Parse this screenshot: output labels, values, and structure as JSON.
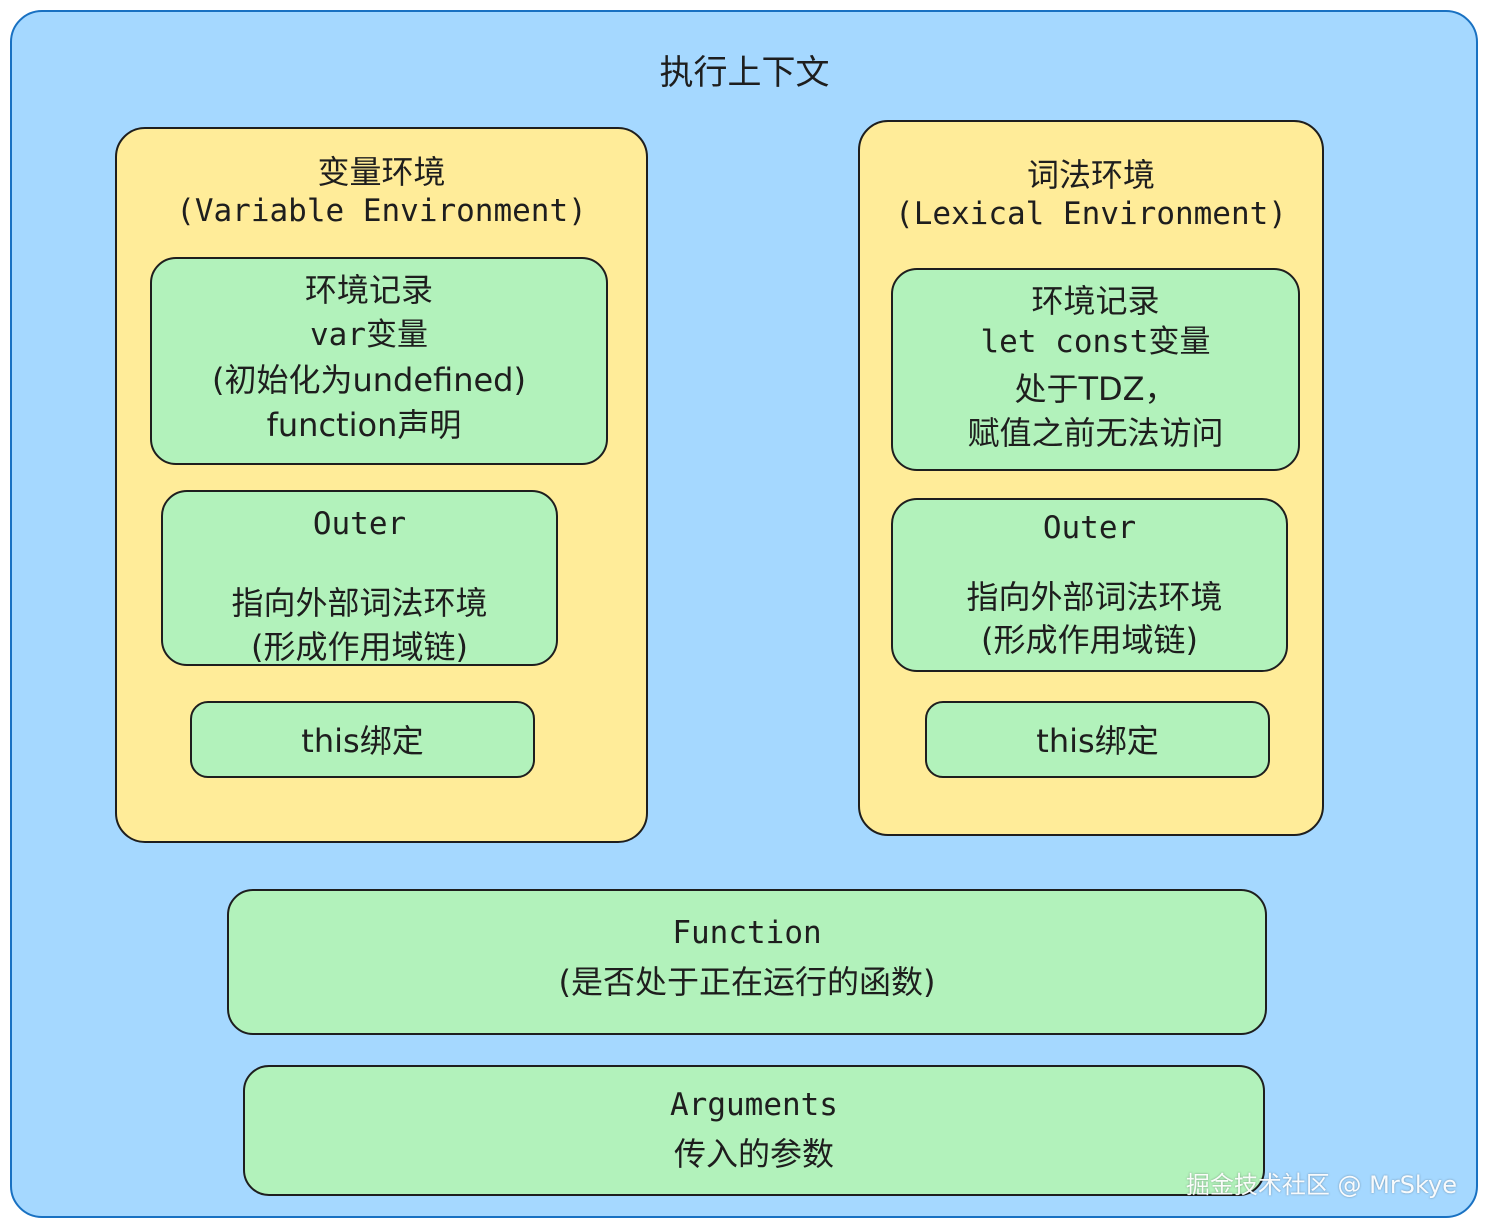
{
  "title": "执行上下文",
  "variable_environment": {
    "title": "变量环境",
    "subtitle": "(Variable Environment)",
    "record": [
      "环境记录",
      "var变量",
      "(初始化为undefined)",
      "function声明"
    ],
    "outer": {
      "title": "Outer",
      "line1": "指向外部词法环境",
      "line2": "(形成作用域链)"
    },
    "this_binding": "this绑定"
  },
  "lexical_environment": {
    "title": "词法环境",
    "subtitle": "(Lexical Environment)",
    "record": [
      "环境记录",
      "let const变量",
      "处于TDZ，",
      "赋值之前无法访问"
    ],
    "outer": {
      "title": "Outer",
      "line1": "指向外部词法环境",
      "line2": "(形成作用域链)"
    },
    "this_binding": "this绑定"
  },
  "function_box": {
    "title": "Function",
    "subtitle": "(是否处于正在运行的函数)"
  },
  "arguments_box": {
    "title": "Arguments",
    "subtitle": "传入的参数"
  },
  "watermark": "掘金技术社区 @ MrSkye",
  "colors": {
    "outer": "#a5d8ff",
    "panel": "#ffec99",
    "box": "#b2f2bb",
    "stroke": "#1e1e1e"
  }
}
